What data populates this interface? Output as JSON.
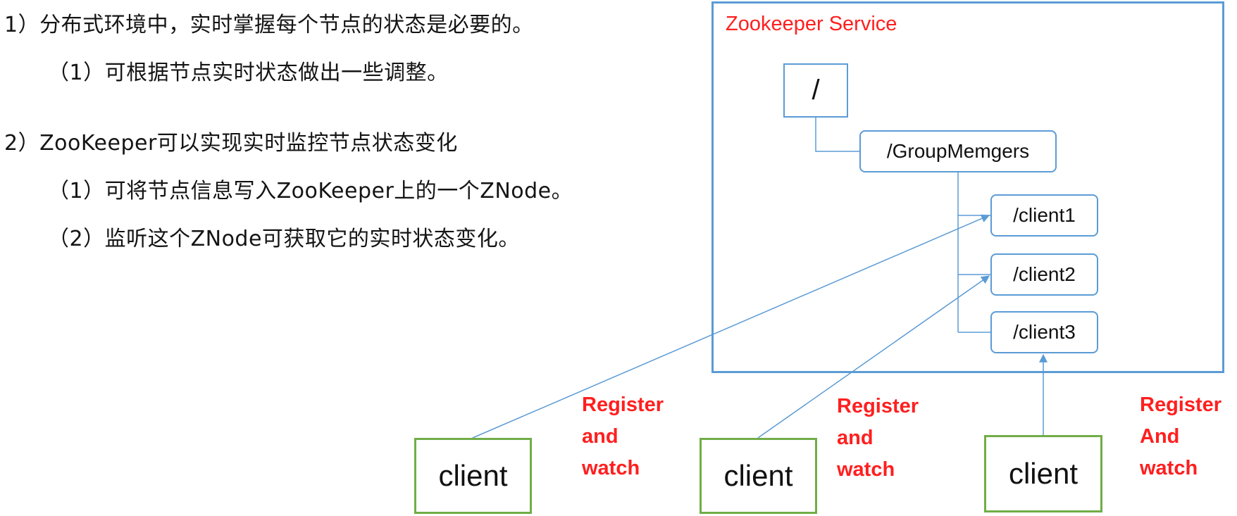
{
  "text_lines": {
    "line1": "1）分布式环境中，实时掌握每个节点的状态是必要的。",
    "line2": "（1）可根据节点实时状态做出一些调整。",
    "line3": "2）ZooKeeper可以实现实时监控节点状态变化",
    "line4": "（1）可将节点信息写入ZooKeeper上的一个ZNode。",
    "line5": "（2）监听这个ZNode可获取它的实时状态变化。"
  },
  "service": {
    "title": "Zookeeper Service",
    "root_node": "/",
    "group_node": "/GroupMemgers",
    "child_nodes": [
      "/client1",
      "/client2",
      "/client3"
    ]
  },
  "clients": [
    {
      "label": "client",
      "register": [
        "Register",
        "and",
        "watch"
      ]
    },
    {
      "label": "client",
      "register": [
        "Register",
        "and",
        "watch"
      ]
    },
    {
      "label": "client",
      "register": [
        "Register",
        "And",
        "watch"
      ]
    }
  ],
  "colors": {
    "service_border": "#5B9BD5",
    "accent_red": "#FF1F1F",
    "client_border": "#70AD47"
  }
}
